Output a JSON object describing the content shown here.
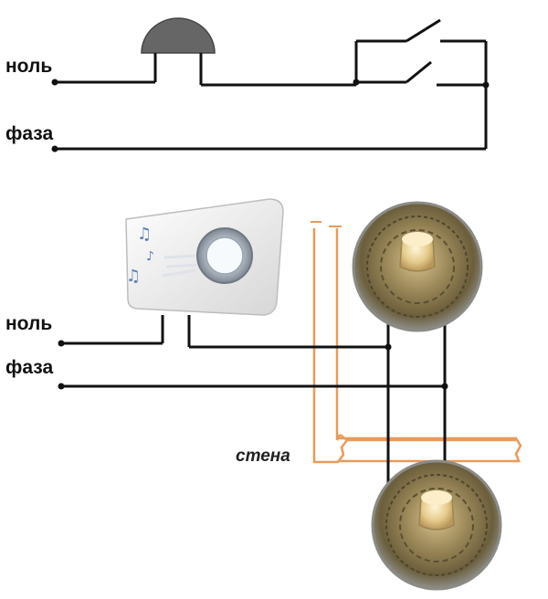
{
  "schematic": {
    "zero_label": "ноль",
    "phase_label": "фаза"
  },
  "wiring": {
    "zero_label": "ноль",
    "phase_label": "фаза",
    "wall_label": "стена"
  },
  "colors": {
    "wire": "#111111",
    "wall": "#e89a5a",
    "bell_dome": "#666666",
    "button_brass": "#8a7a55",
    "button_cap": "#e8d3a0",
    "chime_body": "#f2f2f2"
  }
}
